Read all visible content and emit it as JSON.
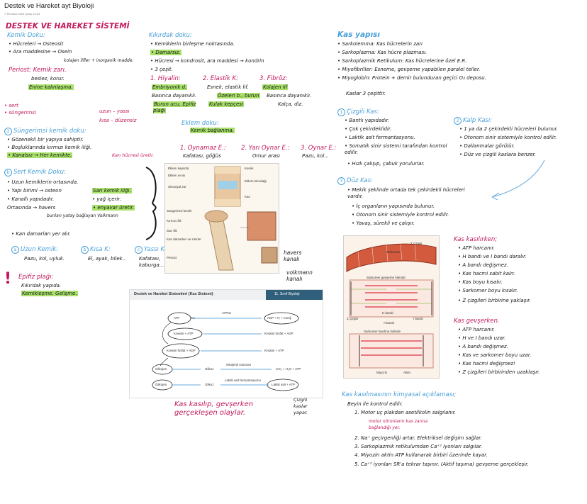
{
  "header": {
    "title": "Destek ve Hareket ayt Biyoloji",
    "date": "7 Temmuz 2022 Çarşı          14:24"
  },
  "left": {
    "heading": "DESTEK VE HAREKET SİSTEMİ",
    "kemik_title": "Kemik Doku:",
    "kemik_lines": [
      "• Hücreleri → Osteosit",
      "• Ara maddesine → Osein",
      "kolajen lifler + inorganik madde.",
      "Periost: Kemik zarı.",
      "beslez, korur.",
      "Enine kalınlaşma."
    ],
    "sert_lines": [
      "• sert",
      "• süngerimsi"
    ],
    "shapes": [
      "uzun – yassı",
      "kısa – düzensiz"
    ],
    "sunger_title": "Süngerimsi kemik doku:",
    "sunger_lines": [
      "• Gözenekli bir yapıya sahiptir.",
      "• Boşluklarında kırmızı kemik iliği.",
      "• Kanalsız → Her kemikte.",
      "Kan hücresi üretir."
    ],
    "sert_title": "Sert Kemik Doku:",
    "sert_detail": [
      "• Uzun kemiklerin ortasında.",
      "• Yapı birimi → osteon",
      "• Kanallı yapıdadır.",
      "Ortasında → havers",
      "Sarı kemik iliği.",
      "• yağ içerir.",
      "• enyavar üretir.",
      "bunları yatay bağlayan Volkmann",
      "• Kan damarları yer alır."
    ],
    "kinds": [
      "Uzun Kemik:",
      "Kısa K:",
      "Yassı K:"
    ],
    "kind_examples": [
      "Pazu, kol, uyluk.",
      "El, ayak, bilek..",
      "Kafatası, kaburga..."
    ],
    "epifiz_title": "Epifiz plağı:",
    "epifiz_lines": [
      "Kıkırdak yapıda.",
      "Kemikleşme. Gelişme."
    ]
  },
  "middle": {
    "kikirdak_title": "Kıkırdak doku:",
    "kikirdak_lines": [
      "• Kemiklerin birleşme noktasında.",
      "• Damarsız.",
      "• Hücresi → kondrosit, ara maddesi → kondrin",
      "• 3 çeşit."
    ],
    "types": [
      "1. Hiyalin:",
      "2. Elastik K:",
      "3. Fibröz:"
    ],
    "type_lines": [
      "Embriyonik d.",
      "Esnek, elastik lif.",
      "Kolajen lif",
      "Basınca dayanıklı.",
      "Özeleri b., burun",
      "Basınca dayanıklı.",
      "Burun ucu, Epifiz plağı",
      "Kulak kepçesi",
      "Kalça, diz."
    ],
    "eklem_title": "Eklem doku:",
    "eklem_sub": "Kemik bağlanma.",
    "joints": [
      "1. Oynamaz E.:",
      "2. Yarı Oynar E.:",
      "3. Oynar E.:"
    ],
    "joint_ex": [
      "Kafatası, göğüs",
      "Omur arası",
      "Pazu, kol..."
    ],
    "fig_labels": [
      "Eklem kapsülü",
      "Eklem sıvısı",
      "Sinoviyal zar",
      "Kemik",
      "Eklem kıkırdağı",
      "Kas",
      "Süngerimsi kemik",
      "Kırmızı ilik",
      "Sarı ilik",
      "Kan damarları ve sinirler",
      "Periost"
    ],
    "havers": "havers kanalı",
    "volkmann": "volkmann kanalı"
  },
  "diagram": {
    "title": "Destek ve Hareket Sistemleri (Kas Sistemi)",
    "tag": "11. Sınıf Biyoloji",
    "rows": [
      {
        "left": "ATP",
        "mid": "ATPaz",
        "right": "ADP + Pᵢ + enerji"
      },
      {
        "left": "Kreatin + ATP",
        "mid": "",
        "right": "Kreatin fosfat + ADP"
      },
      {
        "left": "Kreatin fosfat + ADP",
        "mid": "",
        "right": "Kreatin + ATP"
      },
      {
        "left": "Glikojen",
        "mid": "Oksijenli solunum",
        "right": "CO₂ + H₂O + ATP"
      },
      {
        "left": "Glikojen",
        "mid": "Laktik asit fermantasyonu",
        "right": "Laktik asit + ATP"
      }
    ],
    "sub1": "Glikoz",
    "sub2": "Glikoz",
    "sub0": "Sü",
    "caption": "Kas kasılıp, gevşerken gerçekleşen olaylar.",
    "side_note": "Çizgili kaslar yapar."
  },
  "right": {
    "kas_title": "Kas yapısı",
    "kas_lines": [
      "• Sarkolemma: Kas hücrelerin zarı",
      "• Sarkoplazma: Kas hücre plazması.",
      "• Sarkoplazmik Retikulum: Kas hücrelerine özel E.R.",
      "• Miyofibriller: Esneme, gevşeme yapabilen paralel teller.",
      "• Miyoglobin: Protein + demir bulunduran geçici O₂ deposu."
    ],
    "kas_note": "Kaslar 3 çeşittir.",
    "cizgili_title": "Çizgili Kas:",
    "cizgili_lines": [
      "• Bantlı yapıdadır.",
      "• Çok çekirdeklidir.",
      "• Laktik asit fermantasyonu.",
      "• Somatik sinir sistemi tarafından kontrol edilir.",
      "• Hızlı çalışıp, çabuk yorulurlar."
    ],
    "kalp_title": "Kalp Kası:",
    "kalp_lines": [
      "• 1 ya da 2 çekirdekli hücreleri bulunur.",
      "• Otonom sinir sistemiyle kontrol edilir.",
      "• Dallanmalar görülür.",
      "• Düz ve çizgili kaslara benzer."
    ],
    "duz_title": "Düz Kas:",
    "duz_lines": [
      "• Mekik şeklinde ortada tek çekirdekli hücreleri vardır.",
      "• İç organların yapısında bulunur.",
      "• Otonom sinir sistemiyle kontrol edilir.",
      "• Yavaş, sürekli ve çalışır."
    ],
    "fig_labels": [
      "Sarkomer",
      "Z çizgisi",
      "Sarkomer gevşeme halinde",
      "H bandı",
      "I bandı",
      "A bandı",
      "Z çizgisi",
      "Sarkomer kasılma halinde",
      "Miyozin",
      "Aktin"
    ],
    "kasilirken_title": "Kas kasılırken;",
    "kasilirken_lines": [
      "• ATP harcanır.",
      "• H bandı ve I bandı daralır.",
      "• A bandı değişmez.",
      "• Kas hacmi sabit kalır.",
      "• Kas boyu kısalır.",
      "• Sarkomer boyu kısalır.",
      "• Z çizgileri birbirine yaklaşır."
    ],
    "gevserken_title": "Kas gevşerken.",
    "gevserken_lines": [
      "• ATP harcanır.",
      "• H ve I bandı uzar.",
      "• A bandı değişmez.",
      "• Kas ve sarkomer boyu uzar.",
      "• Kas hacmi değişmez!",
      "• Z çizgileri birbirinden uzaklaşır."
    ],
    "kimyasal_title": "Kas kasılmasının kimyasal açıklaması;",
    "kimyasal_lines": [
      "Beyin ile kontrol edilir.",
      "1. Motor uç plakdan asetilkolin salgılanır.",
      "motor nöronların kas zarına bağlandığı yer.",
      "2. Na⁺ geçirgenliği artar. Elektriksel değişim sağlar.",
      "3. Sarkoplazmik retikulumdan Ca⁺² iyonları salgılar.",
      "4. Miyozin aktin ATP kullanarak birbiri üzerinde kayar.",
      "5. Ca⁺² iyonları SR'a tekrar taşınır. (Aktif taşıma) gevşeme gerçekleşir."
    ]
  }
}
